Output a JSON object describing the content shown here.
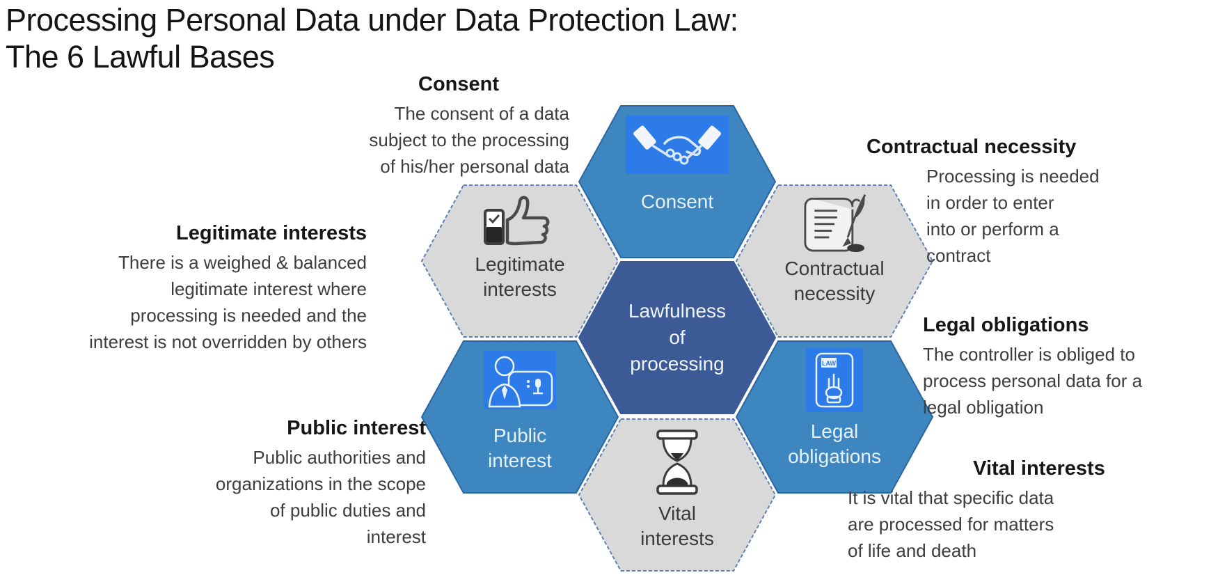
{
  "title": {
    "line1": "Processing Personal Data under Data Protection Law:",
    "line2": "The 6 Lawful Bases"
  },
  "hexagons": {
    "lawfulness": {
      "label": "Lawfulness\nof\nprocessing"
    },
    "consent": {
      "label": "Consent",
      "icon": "handshake-icon"
    },
    "legitimate_interests": {
      "label": "Legitimate\ninterests",
      "icon": "thumbs-up-icon"
    },
    "contractual_necessity": {
      "label": "Contractual\nnecessity",
      "icon": "scroll-quill-icon"
    },
    "public_interest": {
      "label": "Public\ninterest",
      "icon": "public-speaker-icon"
    },
    "legal_obligations": {
      "label": "Legal\nobligations",
      "icon": "law-book-icon",
      "icon_text": "LAW"
    },
    "vital_interests": {
      "label": "Vital\ninterests",
      "icon": "hourglass-icon"
    }
  },
  "annotations": {
    "consent": {
      "heading": "Consent",
      "body": "The consent of a data\nsubject to the processing\nof his/her personal data"
    },
    "contractual": {
      "heading": "Contractual necessity",
      "body": "Processing is needed\nin order to enter\ninto or perform a\ncontract"
    },
    "legitimate": {
      "heading": "Legitimate interests",
      "body": "There is a weighed & balanced\nlegitimate interest where\nprocessing is needed and the\ninterest is not overridden by others"
    },
    "legal": {
      "heading": "Legal obligations",
      "body": "The controller is obliged to\nprocess personal data for a\nlegal obligation"
    },
    "public": {
      "heading": "Public interest",
      "body": "Public authorities and\norganizations in the scope\nof public duties and\ninterest"
    },
    "vital": {
      "heading": "Vital interests",
      "body": "It is vital that specific data\nare processed for matters\nof life and death"
    }
  },
  "colors": {
    "blue_hex_fill": "#3E86C0",
    "blue_hex_stroke": "#2B66A0",
    "gray_hex_fill": "#D9D9D9",
    "gray_hex_stroke": "#5B7FB5",
    "center_hex_fill": "#3B5A96",
    "icon_panel_blue": "#2C7BE8",
    "label_on_blue": "#E8F1FA",
    "label_on_gray": "#3A3A3A",
    "body_text": "#3D3D3D",
    "heading_text": "#161616"
  }
}
